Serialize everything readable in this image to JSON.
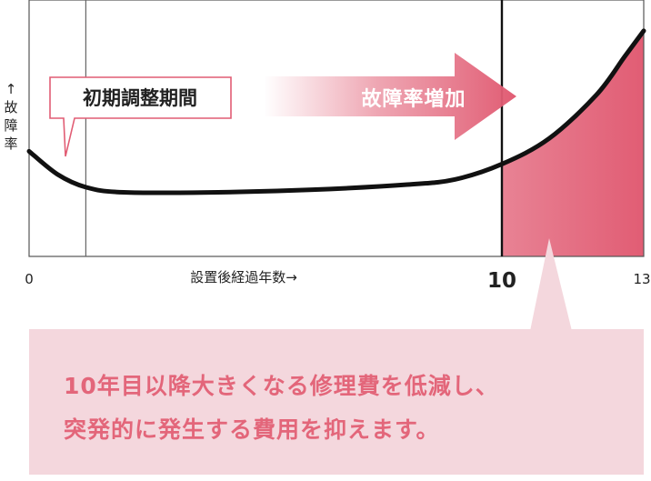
{
  "chart_data": {
    "type": "line",
    "ylabel": "↑故障率",
    "xlabel": "設置後経過年数→",
    "x_ticks": [
      {
        "value": 0,
        "label": "0",
        "emphasis": false
      },
      {
        "value": 10,
        "label": "10",
        "emphasis": true
      },
      {
        "value": 13,
        "label": "13",
        "emphasis": false
      }
    ],
    "xlim": [
      0,
      13
    ],
    "ylim": [
      0,
      1
    ],
    "grid": false,
    "vertical_lines": [
      1.2,
      10
    ],
    "shaded_region": {
      "from": 10,
      "to": 13,
      "color": "#e15d74"
    },
    "series": [
      {
        "x": [
          0,
          0.6,
          1.2,
          2,
          4,
          6,
          8,
          9,
          10,
          11,
          12,
          12.6,
          13
        ],
        "y": [
          0.41,
          0.32,
          0.27,
          0.25,
          0.25,
          0.26,
          0.28,
          0.3,
          0.36,
          0.46,
          0.63,
          0.78,
          0.88
        ]
      }
    ],
    "annotations": {
      "initial_period": "初期調整期間",
      "increase_arrow": "故障率増加"
    }
  },
  "callout": {
    "line1": "10年目以降大きくなる修理費を低減し、",
    "line2": "突発的に発生する費用を抑えます。"
  },
  "colors": {
    "accent": "#e15d74",
    "callout_bg": "#f4d7dd",
    "callout_text": "#e3667a",
    "line": "#111111"
  }
}
